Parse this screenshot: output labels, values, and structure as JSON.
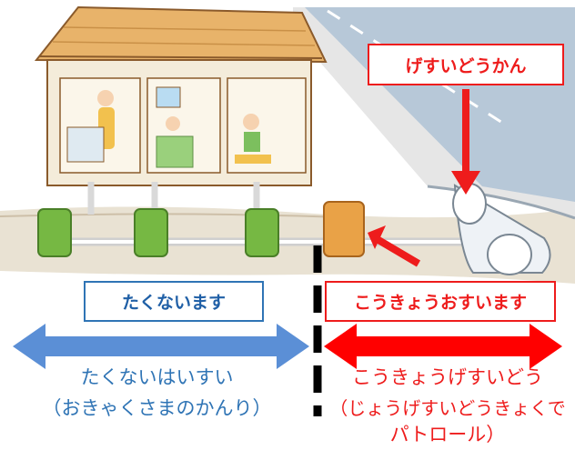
{
  "labels": {
    "public_sewer_main": "げすいどうかん",
    "private_drain_box": "たくないます",
    "public_drain_box": "こうきょうおすいます"
  },
  "captions": {
    "left_line1": "たくないはいすい",
    "left_line2": "（おきゃくさまのかんり）",
    "right_line1": "こうきょうげすいどう",
    "right_line2": "（じょうげすいどうきょくで",
    "right_line3": "パトロール）"
  },
  "colors": {
    "private_blue": "#5b8fd6",
    "public_red": "#ff0000",
    "divider": "#000000"
  }
}
